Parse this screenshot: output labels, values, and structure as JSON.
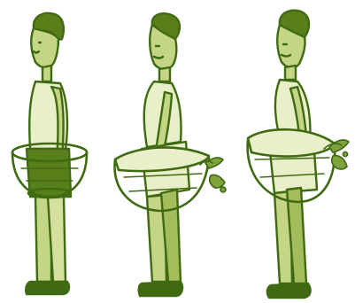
{
  "figures": [
    {
      "id": "figure-1",
      "pose": "upright",
      "pelvis_tilt": "neutral",
      "bowl_spill": false
    },
    {
      "id": "figure-2",
      "pose": "swayback",
      "pelvis_tilt": "forward",
      "bowl_spill": true
    },
    {
      "id": "figure-3",
      "pose": "arched",
      "pelvis_tilt": "forward",
      "bowl_spill": true
    }
  ],
  "colors": {
    "ink_dark": "#3f6a12",
    "ink_mid": "#5f8a22",
    "fill_light": "#e9efc8",
    "fill_skin": "#c4d586",
    "fill_dark": "#587f1a",
    "water": "#7fa33a",
    "background": "#ffffff"
  }
}
